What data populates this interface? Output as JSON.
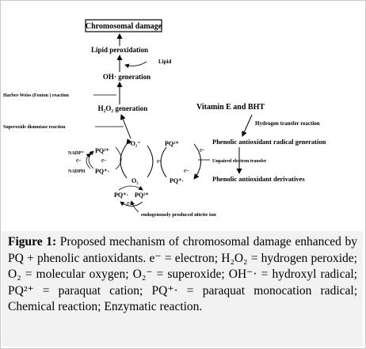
{
  "diagram": {
    "chromosomal_damage": "Chromosomal damage",
    "lipid_peroxidation": "Lipid peroxidation",
    "lipid": "Lipid",
    "oh_generation": "OH· generation",
    "haber_weiss": "Harber-Weiss (Fenton ) reaction",
    "h2o2_generation": "H₂O₂ generation",
    "sod_reaction": "Superoxide dismutase reaction",
    "vitamin_e_bht": "Vitamin E and BHT",
    "hydrogen_transfer": "Hydrogen transfer reaction",
    "phenolic_radical": "Phenolic antioxidant radical generation",
    "unpaired_electron": "Unpaired electron transfer",
    "phenolic_derivatives": "Phenolic antioxidant derivatives",
    "nitrite_ion": "endogenously produced nitrite ion",
    "nadp": "NADP⁺",
    "nadph": "NADPH",
    "electron": "e-",
    "o2_radical": "·O₂⁻",
    "o2": "O₂",
    "pq2": "PQ²⁺",
    "pq_plus": "PQ⁺·"
  },
  "caption": {
    "figure_label": "Figure 1:",
    "text": " Proposed mechanism of chromosomal damage enhanced by PQ + phenolic antioxidants. e⁻ = electron; H₂O₂ = hydrogen peroxide; O₂ = molecular oxygen; O₂⁻ = superoxide; OH⁻· = hydroxyl radical; PQ²⁺ = paraquat cation; PQ⁺· = paraquat monocation radical; Chemical reaction; Enzymatic reaction."
  }
}
